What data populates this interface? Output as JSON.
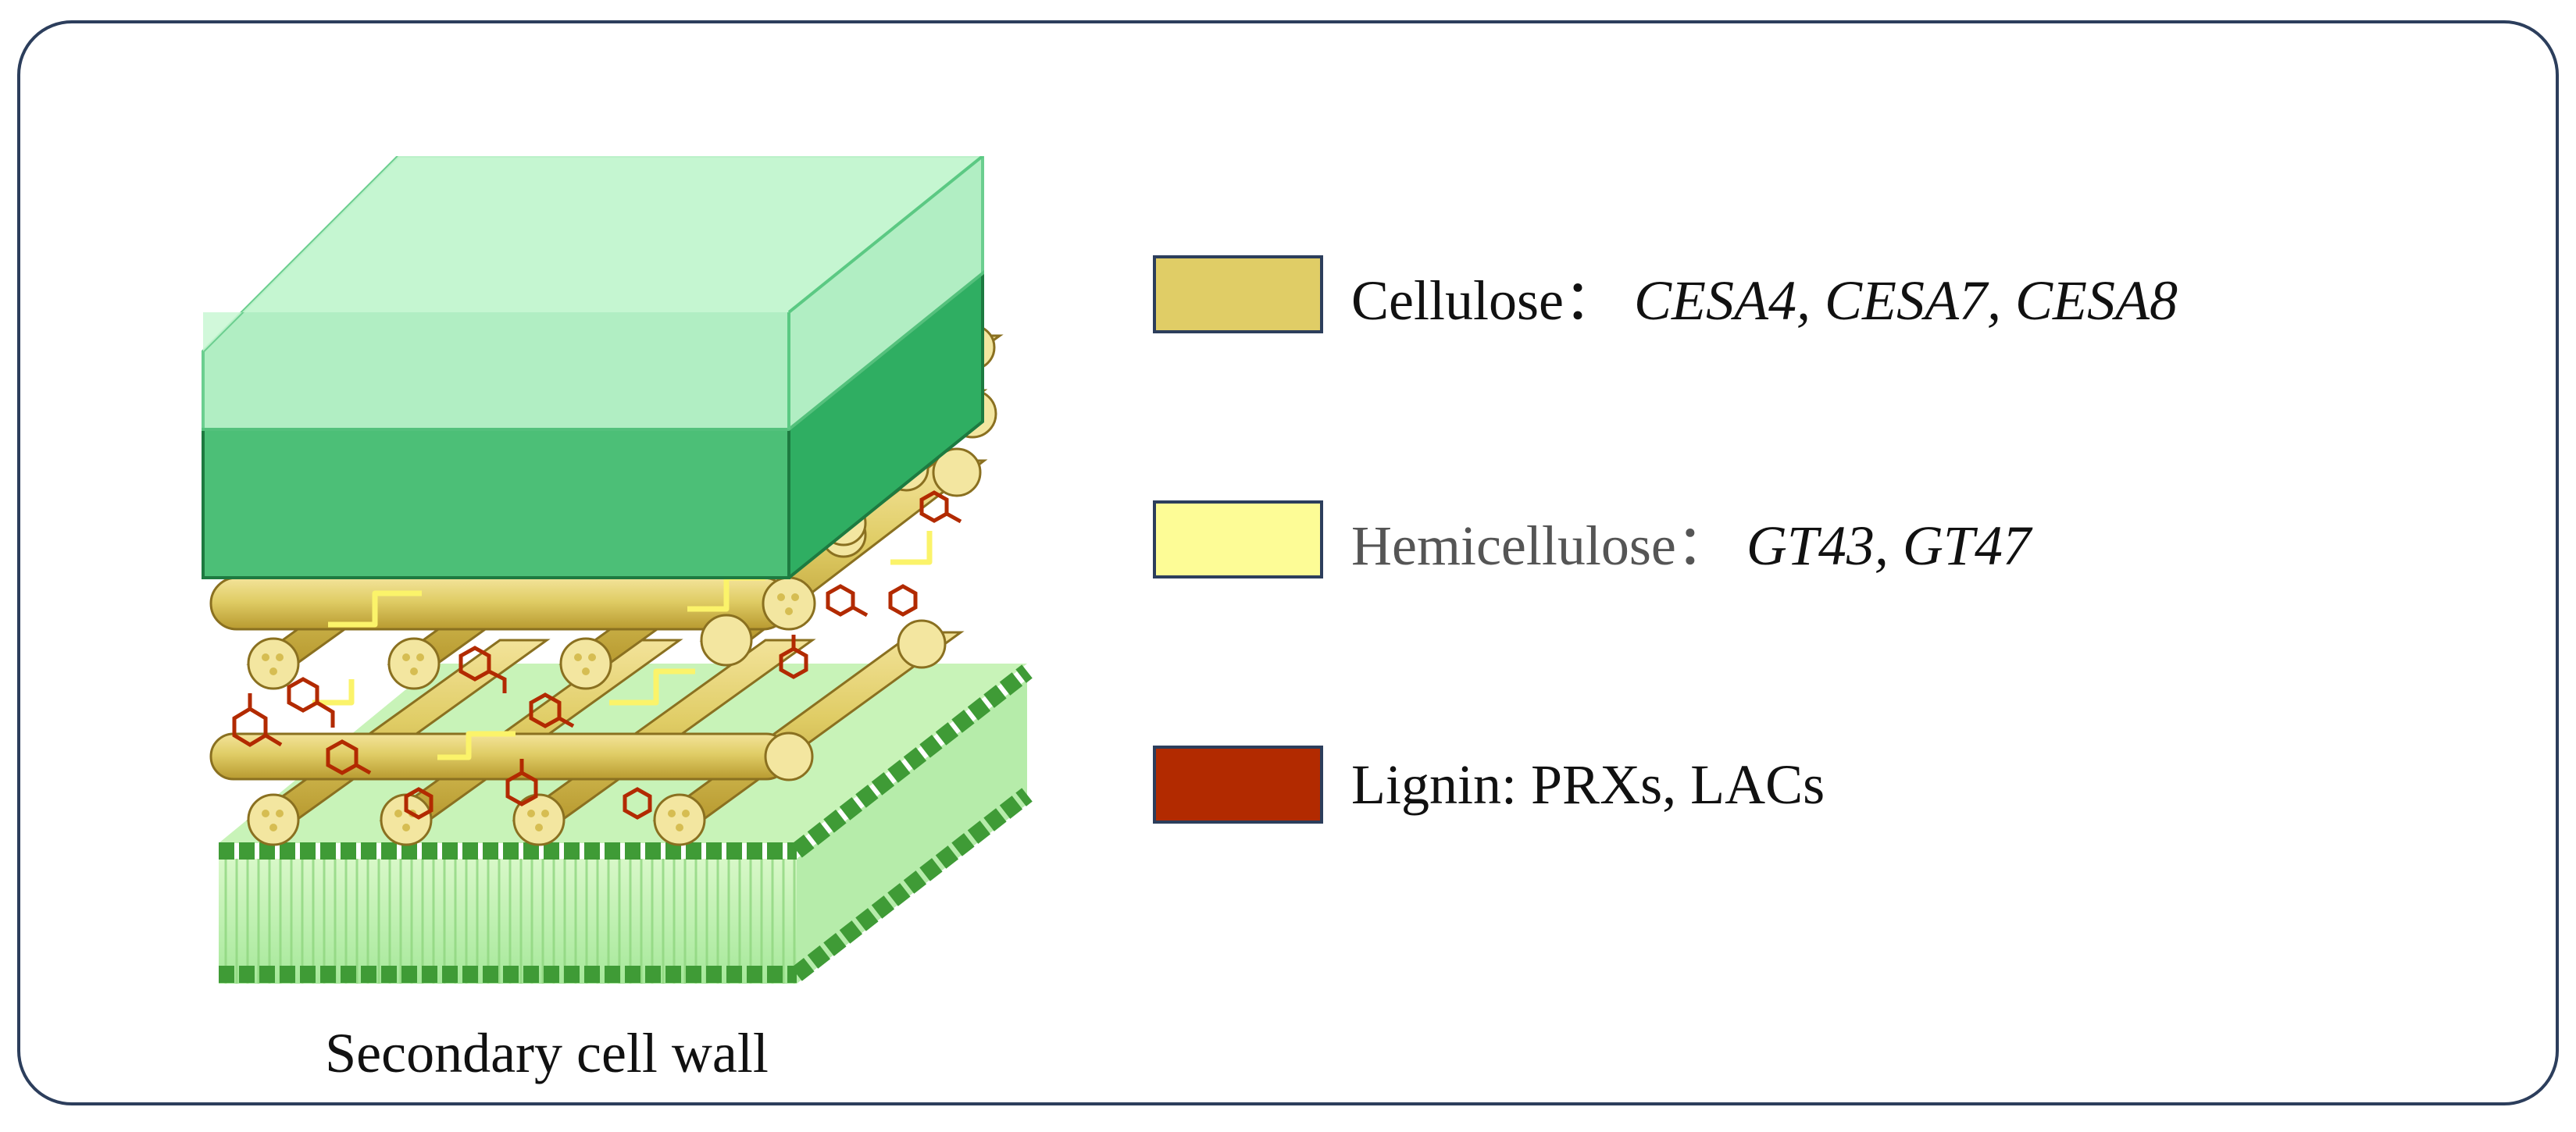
{
  "caption": "Secondary cell wall",
  "colors": {
    "cellulose": "#e0cd66",
    "hemicellulose": "#fdfc96",
    "lignin": "#b22a00",
    "border": "#2c3e5c",
    "green_top": "#2fae62",
    "green_light": "#b4f0c4",
    "membrane": "#4cb83c"
  },
  "legend": [
    {
      "name": "Cellulose",
      "sep": "：",
      "genes": "CESA4, CESA7, CESA8",
      "italic": true,
      "color": "#e0cd66"
    },
    {
      "name": "Hemicellulose",
      "sep": "：",
      "genes": "GT43, GT47",
      "italic": true,
      "color": "#fdfc96"
    },
    {
      "name": "Lignin",
      "sep": ":",
      "genes": "PRXs, LACs",
      "italic": false,
      "color": "#b22a00"
    }
  ]
}
